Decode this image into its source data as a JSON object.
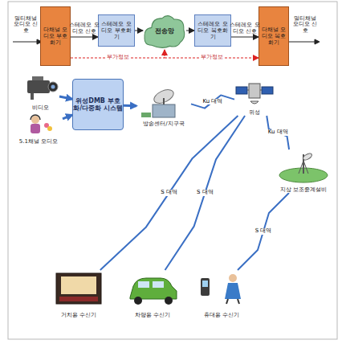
{
  "diagram": {
    "nodes": [
      {
        "text": [
          "다채널 오디오 부호화기"
        ]
      },
      {
        "text": [
          "스테레오 오디오 부호화기"
        ]
      },
      {
        "text": [
          "전송망"
        ]
      },
      {
        "text": [
          "스테레오 오디오 복호화기"
        ]
      },
      {
        "text": [
          "다채널 오디오 복호화기"
        ]
      },
      {
        "text": [
          "비디오"
        ]
      },
      {
        "text": [
          "5.1채널 오디오"
        ]
      },
      {
        "text": [
          "위성DMB 부호화/다중화 시스템"
        ]
      },
      {
        "text": [
          "방송센터/지구국"
        ]
      },
      {
        "text": [
          "위성"
        ]
      },
      {
        "text": [
          "지상 보조중계설비"
        ]
      },
      {
        "text": [
          "거치용 수신기"
        ]
      },
      {
        "text": [
          "차량용 수신기"
        ]
      },
      {
        "text": [
          "휴대용 수신기"
        ]
      }
    ],
    "edges": [
      {
        "from": 0,
        "to": 1,
        "arrow": "to",
        "label": "스테레오 오디오 신호"
      },
      {
        "from": 1,
        "to": 2,
        "arrow": "to"
      },
      {
        "from": 2,
        "to": 3,
        "arrow": "to"
      },
      {
        "from": 3,
        "to": 4,
        "arrow": "to",
        "label": "스테레오 오디오 신호"
      },
      {
        "from": 0,
        "to": 2,
        "arrow": "to",
        "label": "부가정보"
      },
      {
        "from": 2,
        "to": 4,
        "arrow": "to",
        "label": "부가정보"
      },
      {
        "from": 5,
        "to": 7,
        "arrow": "to"
      },
      {
        "from": 6,
        "to": 7,
        "arrow": "to"
      },
      {
        "from": 7,
        "to": 8,
        "arrow": "to"
      },
      {
        "from": 8,
        "to": 9,
        "arrow": "none",
        "label": "Ku 대역"
      },
      {
        "from": 9,
        "to": 10,
        "arrow": "none",
        "label": "Ku 대역"
      },
      {
        "from": 9,
        "to": 11,
        "arrow": "none",
        "label": "S 대역"
      },
      {
        "from": 9,
        "to": 12,
        "arrow": "none",
        "label": "S 대역"
      },
      {
        "from": 10,
        "to": 13,
        "arrow": "none",
        "label": "S 대역"
      }
    ],
    "labels": [
      "멀티채널 오디오 신호",
      "멀티채널 오디오 신호"
    ]
  }
}
